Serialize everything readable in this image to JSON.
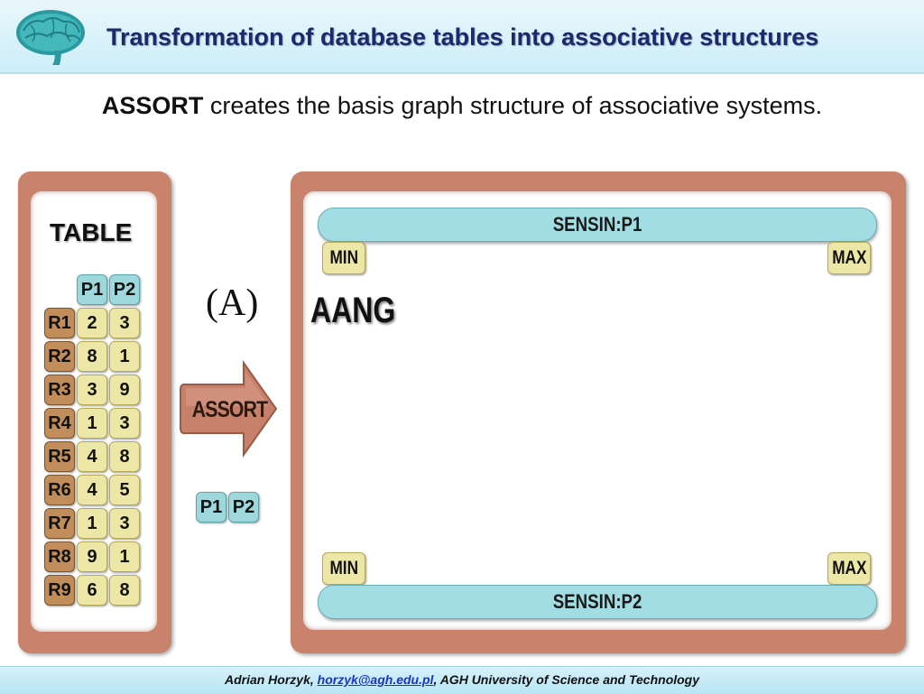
{
  "header": {
    "title": "Transformation of database tables into associative structures"
  },
  "subtitle": {
    "bold": "ASSORT",
    "rest": " creates the basis graph structure of associative systems."
  },
  "table": {
    "title": "TABLE",
    "columns": [
      "P1",
      "P2"
    ],
    "rows": [
      {
        "label": "R1",
        "values": [
          "2",
          "3"
        ]
      },
      {
        "label": "R2",
        "values": [
          "8",
          "1"
        ]
      },
      {
        "label": "R3",
        "values": [
          "3",
          "9"
        ]
      },
      {
        "label": "R4",
        "values": [
          "1",
          "3"
        ]
      },
      {
        "label": "R5",
        "values": [
          "4",
          "8"
        ]
      },
      {
        "label": "R6",
        "values": [
          "4",
          "5"
        ]
      },
      {
        "label": "R7",
        "values": [
          "1",
          "3"
        ]
      },
      {
        "label": "R8",
        "values": [
          "9",
          "1"
        ]
      },
      {
        "label": "R9",
        "values": [
          "6",
          "8"
        ]
      }
    ]
  },
  "step_label": "(A)",
  "arrow_label": "ASSORT",
  "params": [
    "P1",
    "P2"
  ],
  "graph": {
    "sensin_top": "SENSIN:P1",
    "sensin_bottom": "SENSIN:P2",
    "min_label": "MIN",
    "max_label": "MAX",
    "aang": "AANG"
  },
  "footer": {
    "author": "Adrian Horzyk, ",
    "email": "horzyk@agh.edu.pl",
    "affiliation": ", AGH University of Science and Technology"
  },
  "colors": {
    "panel": "#c9836c",
    "header_cell": "#9ed8dd",
    "row_cell": "#c08d5b",
    "value_cell": "#ede7a7",
    "title_text": "#1a2a6a"
  }
}
